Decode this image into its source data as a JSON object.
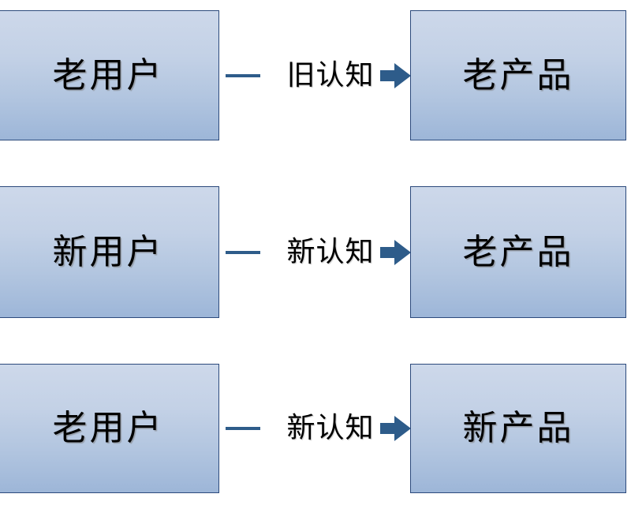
{
  "diagram": {
    "type": "flow-diagram",
    "title": "",
    "colors": {
      "box_fill_top": "#cdd8ea",
      "box_fill_bottom": "#9db6d8",
      "box_border": "#2c4a7c",
      "box_shadow": "#a5a5a5",
      "connector": "#2e5c8a",
      "text": "#000000",
      "background": "#ffffff"
    },
    "rows": [
      {
        "id": "row-1",
        "source": "老用户",
        "connector_label": "旧认知",
        "target": "老产品"
      },
      {
        "id": "row-2",
        "source": "新用户",
        "connector_label": "新认知",
        "target": "老产品"
      },
      {
        "id": "row-3",
        "source": "老用户",
        "connector_label": "新认知",
        "target": "新产品"
      }
    ],
    "icons": {
      "arrow": "arrow-right-icon"
    }
  }
}
